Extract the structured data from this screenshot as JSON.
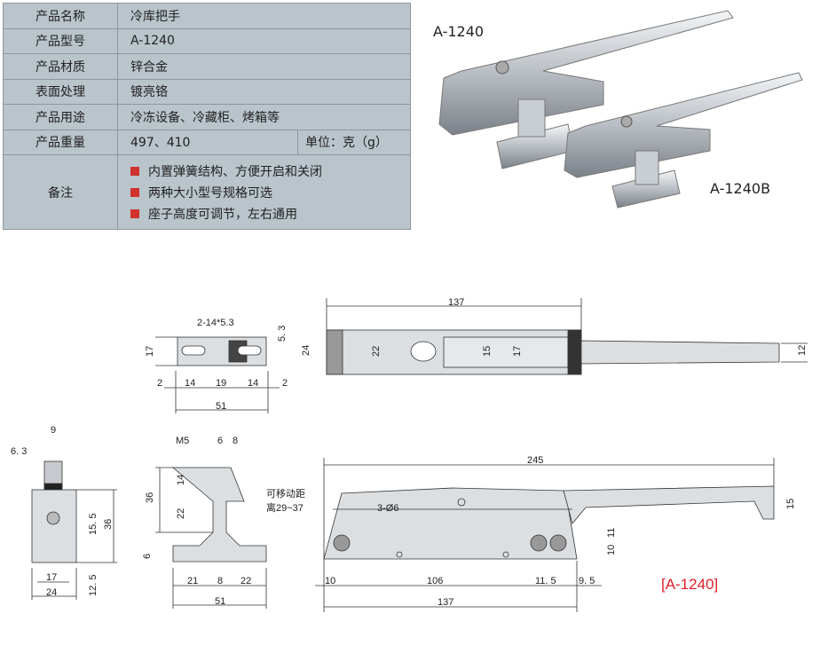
{
  "spec_table": {
    "rows": [
      {
        "label": "产品名称",
        "value": "冷库把手"
      },
      {
        "label": "产品型号",
        "value": "A-1240"
      },
      {
        "label": "产品材质",
        "value": "锌合金"
      },
      {
        "label": "表面处理",
        "value": "镀亮铬"
      },
      {
        "label": "产品用途",
        "value": "冷冻设备、冷藏柜、烤箱等"
      },
      {
        "label": "产品重量",
        "value": "497、410",
        "unit": "单位：克（g）"
      }
    ],
    "notes_label": "备注",
    "notes": [
      "内置弹簧结构、方便开启和关闭",
      "两种大小型号规格可选",
      "座子高度可调节，左右通用"
    ],
    "bullet_color": "#d0312d"
  },
  "photo": {
    "label_large": "A-1240",
    "label_small": "A-1240B"
  },
  "drawing": {
    "seat_top": {
      "slot": "2-14*5.3",
      "d53": "5. 3",
      "d17": "17",
      "d24": "24",
      "d2a": "2",
      "d14a": "14",
      "d19": "19",
      "d14b": "14",
      "d2b": "2",
      "d51": "51"
    },
    "handle_top": {
      "d137": "137",
      "d22": "22",
      "d15": "15",
      "d17": "17",
      "d12": "12"
    },
    "end_view": {
      "d9": "9",
      "d63": "6. 3",
      "d155": "15. 5",
      "d36": "36",
      "d17": "17",
      "d24": "24",
      "d125": "12. 5"
    },
    "seat_side": {
      "m5": "M5",
      "d6": "6",
      "d8": "8",
      "d36": "36",
      "d14": "14",
      "d22": "22",
      "d6b": "6",
      "travel1": "可移动距",
      "travel2": "离29~37",
      "d21": "21",
      "d8b": "8",
      "d22b": "22",
      "d51": "51"
    },
    "handle_side": {
      "d245": "245",
      "holes": "3-Ø6",
      "d15": "15",
      "d11": "11",
      "d10": "10",
      "d10b": "10",
      "d106": "106",
      "d115": "11. 5",
      "d95": "9. 5",
      "d137": "137"
    },
    "model_tag": "[A-1240]",
    "model_tag_color": "#e0202a"
  }
}
